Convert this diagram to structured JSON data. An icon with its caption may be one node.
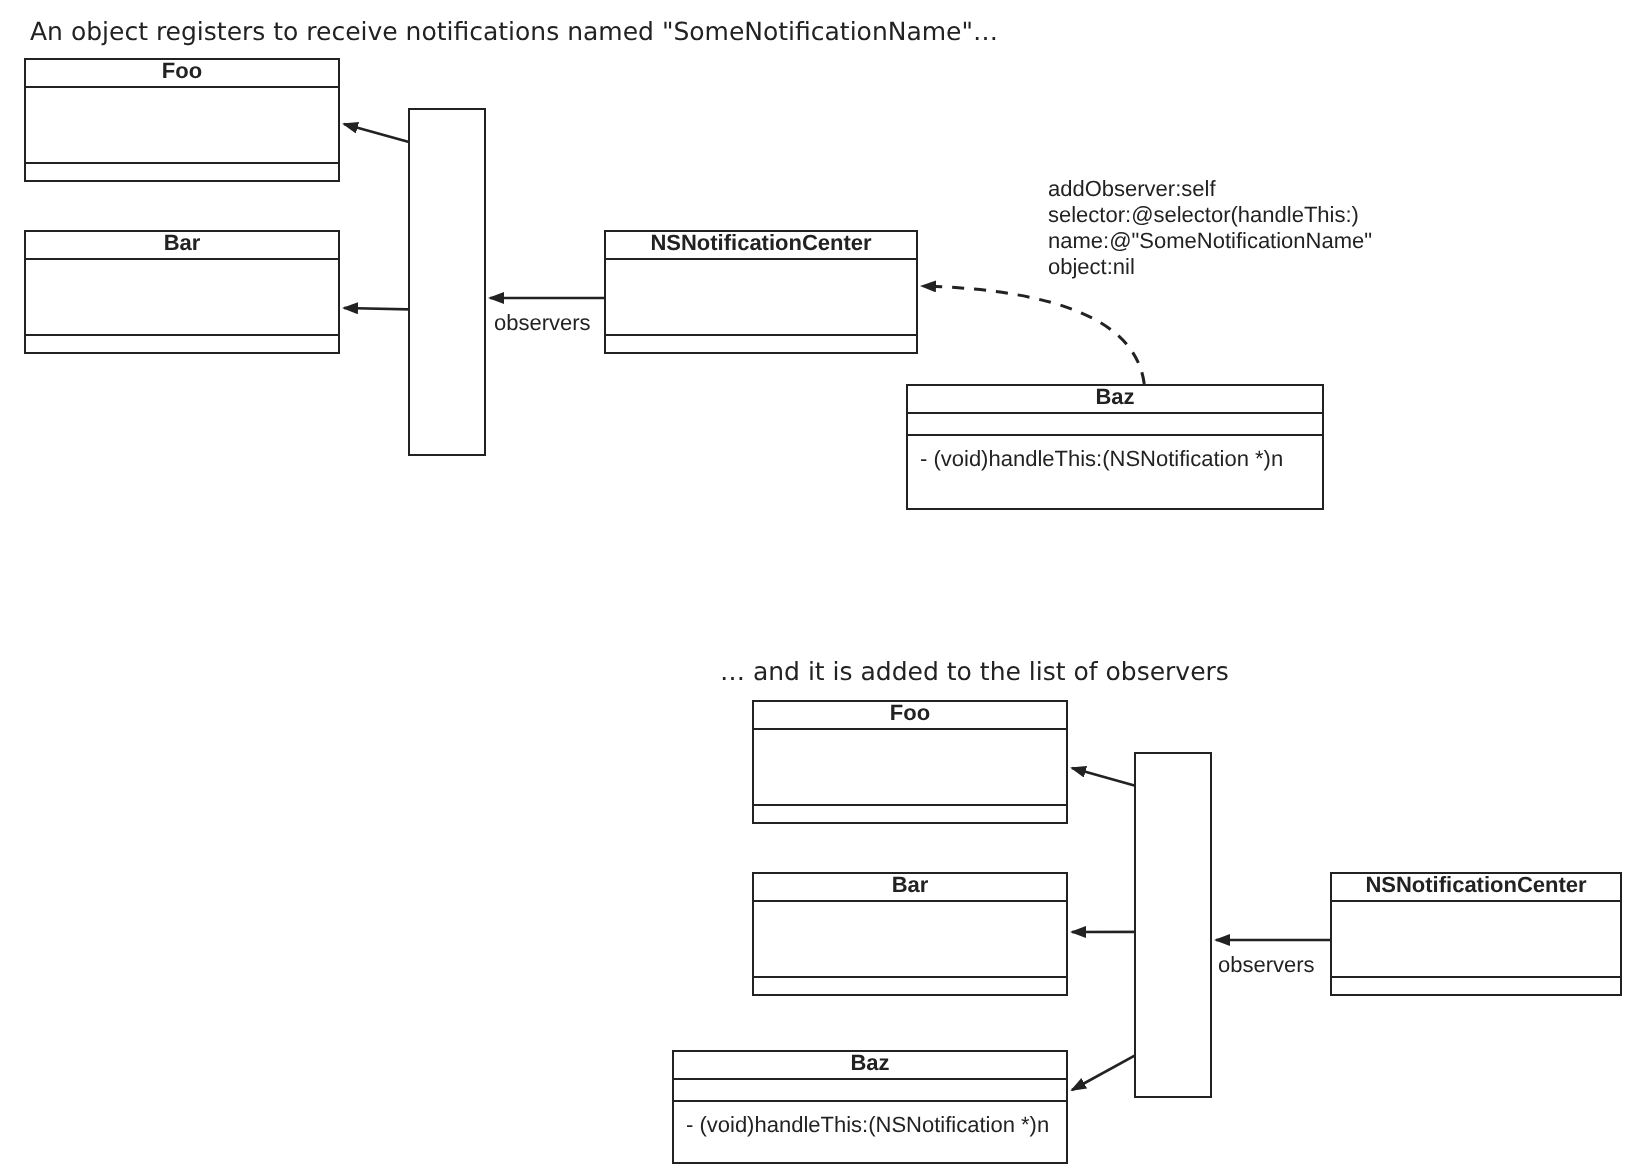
{
  "diagram": {
    "nodes": [
      {
        "text": [
          "Foo"
        ]
      },
      {
        "text": [
          "Bar"
        ]
      },
      {
        "text": [],
        "shape": "box"
      },
      {
        "text": [
          "NSNotificationCenter"
        ]
      },
      {
        "text": [
          "Baz",
          "- (void)handleThis:(NSNotification *)n"
        ]
      },
      {
        "text": [
          "Foo"
        ]
      },
      {
        "text": [
          "Bar"
        ]
      },
      {
        "text": [],
        "shape": "box"
      },
      {
        "text": [
          "NSNotificationCenter"
        ]
      },
      {
        "text": [
          "Baz",
          "- (void)handleThis:(NSNotification *)n"
        ]
      }
    ],
    "edges": [
      {
        "from": 2,
        "to": 0,
        "arrow": "to"
      },
      {
        "from": 2,
        "to": 1,
        "arrow": "to"
      },
      {
        "from": 3,
        "to": 2,
        "arrow": "to",
        "label": "observers"
      },
      {
        "from": 4,
        "to": 3,
        "arrow": "to",
        "style": "dashed",
        "label": "addObserver:self selector:@selector(handleThis:) name:@\"SomeNotificationName\" object:nil"
      },
      {
        "from": 7,
        "to": 5,
        "arrow": "to"
      },
      {
        "from": 7,
        "to": 6,
        "arrow": "to"
      },
      {
        "from": 8,
        "to": 7,
        "arrow": "to",
        "label": "observers"
      },
      {
        "from": 7,
        "to": 9,
        "arrow": "to"
      }
    ],
    "labels": [
      "An object registers to receive notifications named \"SomeNotificationName\"…",
      "… and it is added to the list of observers"
    ]
  }
}
